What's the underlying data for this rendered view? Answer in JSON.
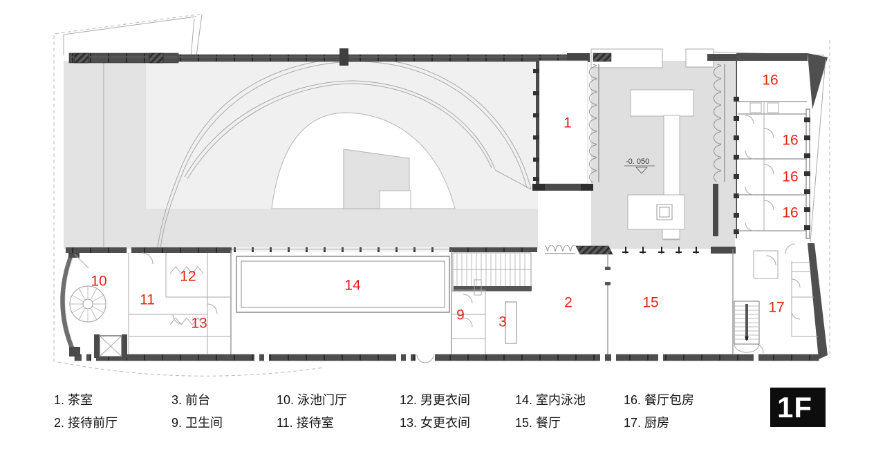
{
  "colors": {
    "label_red": "#e02417",
    "wall_dark": "#4a4a4a",
    "deck_gray": "#e3e3e3",
    "hall_gray": "#f0f0f0",
    "courtyard_gray": "#dfdfdf"
  },
  "floor_badge": "1F",
  "elevation": {
    "value": "-0. 050"
  },
  "room_labels": [
    {
      "text": "1"
    },
    {
      "text": "16"
    },
    {
      "text": "16"
    },
    {
      "text": "16"
    },
    {
      "text": "16"
    },
    {
      "text": "10"
    },
    {
      "text": "11"
    },
    {
      "text": "12"
    },
    {
      "text": "13"
    },
    {
      "text": "14"
    },
    {
      "text": "9"
    },
    {
      "text": "3"
    },
    {
      "text": "2"
    },
    {
      "text": "15"
    },
    {
      "text": "17"
    }
  ],
  "legend": {
    "items": [
      {
        "label": "1. 茶室"
      },
      {
        "label": "2. 接待前厅"
      },
      {
        "label": "3. 前台"
      },
      {
        "label": "9. 卫生间"
      },
      {
        "label": "10. 泳池门厅"
      },
      {
        "label": "11. 接待室"
      },
      {
        "label": "12. 男更衣间"
      },
      {
        "label": "13. 女更衣间"
      },
      {
        "label": "14. 室内泳池"
      },
      {
        "label": "15. 餐厅"
      },
      {
        "label": "16. 餐厅包房"
      },
      {
        "label": "17. 厨房"
      }
    ]
  }
}
